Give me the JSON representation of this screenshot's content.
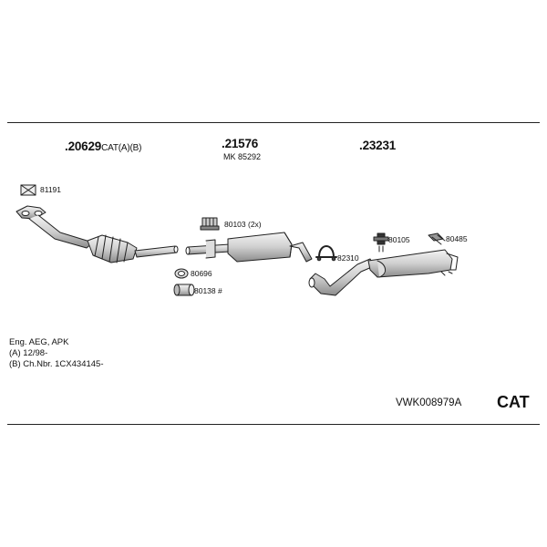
{
  "headers": [
    {
      "number": "20629",
      "suffix": "CAT(A)(B)"
    },
    {
      "number": "21576",
      "suffix": ""
    },
    {
      "number": "23231",
      "suffix": ""
    }
  ],
  "header_note": "MK 85292",
  "parts": [
    "81191",
    "80103 (2x)",
    "80696",
    "80138 #",
    "82310",
    "80105",
    "80485"
  ],
  "info_lines": [
    "Eng. AEG, APK",
    "(A) 12/98-",
    "(B) Ch.Nbr. 1CX434145-"
  ],
  "kit_code": "VWK008979A",
  "category": "CAT",
  "colors": {
    "line": "#222222",
    "part_fill": "#e6e6e6",
    "part_dark": "#9a9a9a"
  }
}
